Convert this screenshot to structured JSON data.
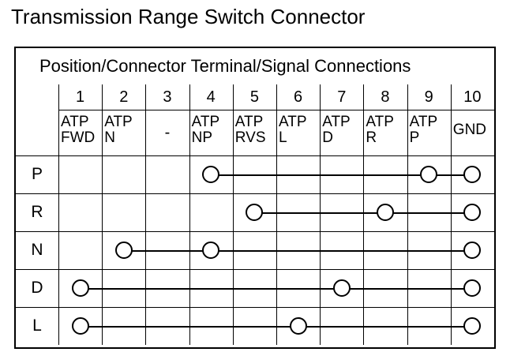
{
  "title": "Transmission Range Switch Connector",
  "table": {
    "banner": "Position/Connector Terminal/Signal Connections",
    "terminal_numbers": [
      "1",
      "2",
      "3",
      "4",
      "5",
      "6",
      "7",
      "8",
      "9",
      "10"
    ],
    "signal_names": [
      {
        "line1": "ATP",
        "line2": "FWD"
      },
      {
        "line1": "ATP",
        "line2": "N"
      },
      {
        "line1": "-",
        "line2": ""
      },
      {
        "line1": "ATP",
        "line2": "NP"
      },
      {
        "line1": "ATP",
        "line2": "RVS"
      },
      {
        "line1": "ATP",
        "line2": "L"
      },
      {
        "line1": "ATP",
        "line2": "D"
      },
      {
        "line1": "ATP",
        "line2": "R"
      },
      {
        "line1": "ATP",
        "line2": "P"
      },
      {
        "line1": "GND",
        "line2": ""
      }
    ],
    "rows": [
      {
        "label": "P",
        "connected_terminals": [
          4,
          9,
          10
        ]
      },
      {
        "label": "R",
        "connected_terminals": [
          5,
          8,
          10
        ]
      },
      {
        "label": "N",
        "connected_terminals": [
          2,
          4,
          10
        ]
      },
      {
        "label": "D",
        "connected_terminals": [
          1,
          7,
          10
        ]
      },
      {
        "label": "L",
        "connected_terminals": [
          1,
          6,
          10
        ]
      }
    ]
  },
  "colors": {
    "line": "#000000",
    "background": "#ffffff",
    "text": "#000000"
  }
}
